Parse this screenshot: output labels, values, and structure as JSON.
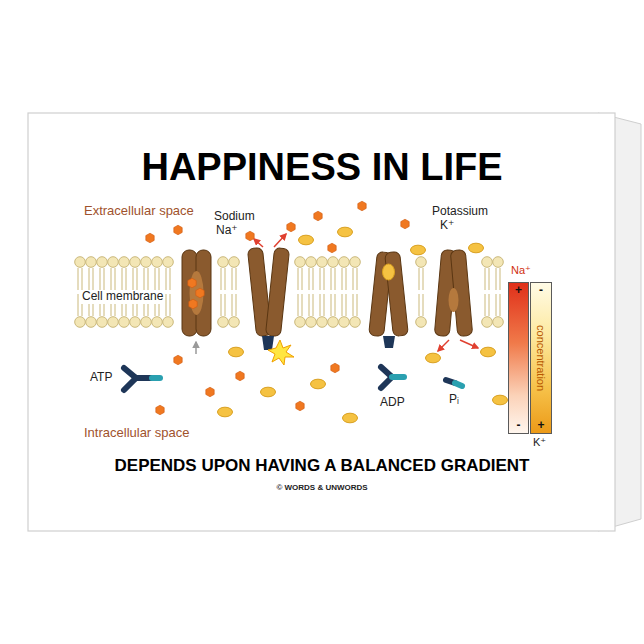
{
  "diagram": {
    "title": "HAPPINESS IN LIFE",
    "caption": "DEPENDS UPON HAVING A BALANCED GRADIENT",
    "nodes": [
      {
        "text": [
          "+",
          "-"
        ]
      },
      {
        "text": [
          "-",
          "concentration",
          "+"
        ]
      }
    ],
    "labels": [
      "Extracellular space",
      "Sodium",
      "Na⁺",
      "Potassium",
      "K⁺",
      "Cell membrane",
      "ATP",
      "ADP",
      "Pᵢ",
      "Intracellular space",
      "Na⁺",
      "K⁺",
      "© WORDS & UNWORDS"
    ]
  }
}
